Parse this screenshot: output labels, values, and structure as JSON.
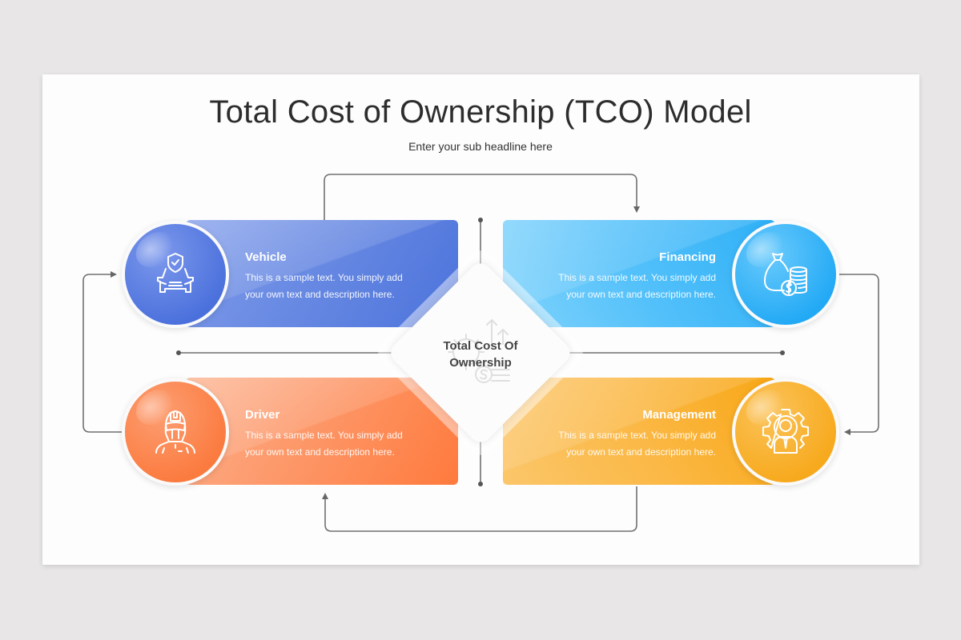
{
  "slide": {
    "title": "Total Cost of Ownership (TCO) Model",
    "subtitle": "Enter your sub headline here"
  },
  "center": {
    "label_line1": "Total Cost Of",
    "label_line2": "Ownership",
    "icon": "gear-dollar-growth-icon"
  },
  "cards": [
    {
      "id": "vehicle",
      "title": "Vehicle",
      "desc_line1": "This is a sample text. You simply add",
      "desc_line2": "your own text and description here.",
      "icon": "car-shield-icon",
      "color": "#5b7fe0"
    },
    {
      "id": "financing",
      "title": "Financing",
      "desc_line1": "This is a sample text. You simply add",
      "desc_line2": "your own text and description here.",
      "icon": "money-bag-coins-icon",
      "color": "#3bb5f8"
    },
    {
      "id": "driver",
      "title": "Driver",
      "desc_line1": "This is a sample text. You simply add",
      "desc_line2": "your own text and description here.",
      "icon": "helmet-driver-icon",
      "color": "#fc8a55"
    },
    {
      "id": "management",
      "title": "Management",
      "desc_line1": "This is a sample text. You simply add",
      "desc_line2": "your own text and description here.",
      "icon": "gear-person-icon",
      "color": "#f9b433"
    }
  ],
  "flow": [
    "Vehicle",
    "Financing",
    "Management",
    "Driver"
  ]
}
